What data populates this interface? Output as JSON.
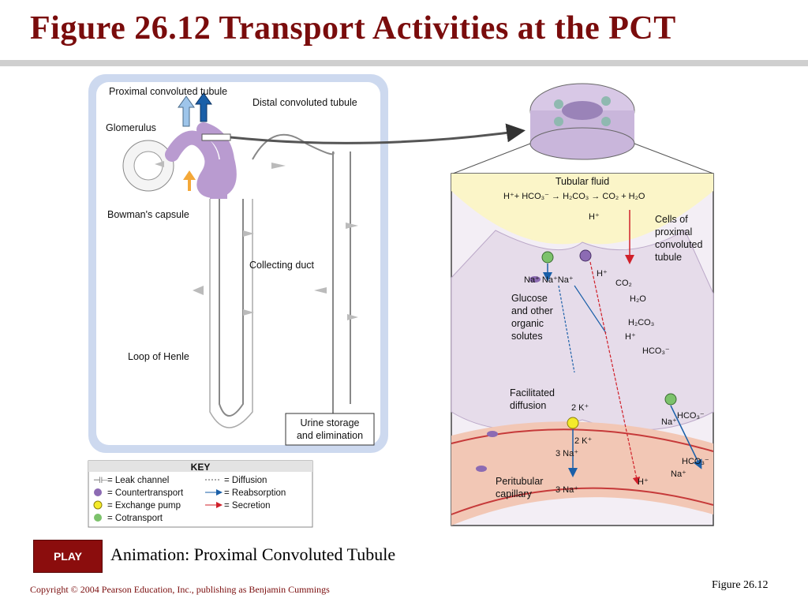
{
  "title": "Figure 26.12  Transport Activities at the PCT",
  "figure": {
    "nephron_labels": {
      "pct": "Proximal convoluted tubule",
      "dct": "Distal convoluted tubule",
      "glomerulus": "Glomerulus",
      "bowman": "Bowman's capsule",
      "collecting_duct": "Collecting duct",
      "loop": "Loop of Henle",
      "urine1": "Urine storage",
      "urine2": "and elimination"
    },
    "detail_labels": {
      "tubular_fluid": "Tubular fluid",
      "cells1": "Cells of",
      "cells2": "proximal",
      "cells3": "convoluted",
      "cells4": "tubule",
      "glucose1": "Glucose",
      "glucose2": "and other",
      "glucose3": "organic",
      "glucose4": "solutes",
      "facilitated1": "Facilitated",
      "facilitated2": "diffusion",
      "peritubular1": "Peritubular",
      "peritubular2": "capillary"
    },
    "key": {
      "title": "KEY",
      "leak": "= Leak channel",
      "counter": "= Countertransport",
      "exchange": "= Exchange pump",
      "cotransport": "= Cotransport",
      "diffusion": "= Diffusion",
      "reabsorption": "= Reabsorption",
      "secretion": "= Secretion"
    },
    "colors": {
      "pct_tubule": "#b99bd0",
      "cell": "#e6dcea",
      "capillary": "#f2c7b5",
      "countertransport": "#8c6bb3",
      "exchange_pump": "#f4ea2a",
      "cotransport": "#7cc26b",
      "secretion": "#d0202a",
      "reabsorption": "#1a5fa8"
    }
  },
  "play_label": "PLAY",
  "animation_caption": "Animation: Proximal Convoluted Tubule",
  "copyright": "Copyright © 2004 Pearson Education, Inc., publishing as Benjamin Cummings",
  "figure_ref": "Figure 26.12"
}
